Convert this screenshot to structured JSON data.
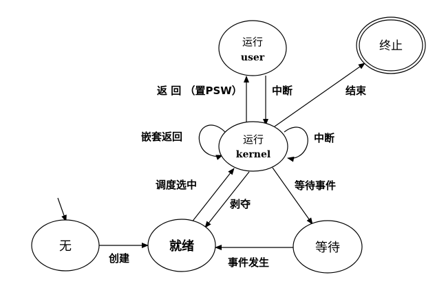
{
  "diagram": {
    "type": "process-state-transition",
    "nodes": {
      "run_user": {
        "line1": "运行",
        "line2": "user"
      },
      "terminated": {
        "label": "终止"
      },
      "run_kernel": {
        "line1": "运行",
        "line2": "kernel"
      },
      "none": {
        "label": "无"
      },
      "ready": {
        "label": "就绪"
      },
      "waiting": {
        "label": "等待"
      }
    },
    "edges": {
      "return_psw": "返 回 （置PSW）",
      "interrupt_to_kernel": "中断",
      "end": "结束",
      "nested_return": "嵌套返回",
      "nested_interrupt": "中断",
      "schedule": "调度选中",
      "preempt": "剥夺",
      "wait_event": "等待事件",
      "create": "创建",
      "event_occurs": "事件发生"
    }
  }
}
